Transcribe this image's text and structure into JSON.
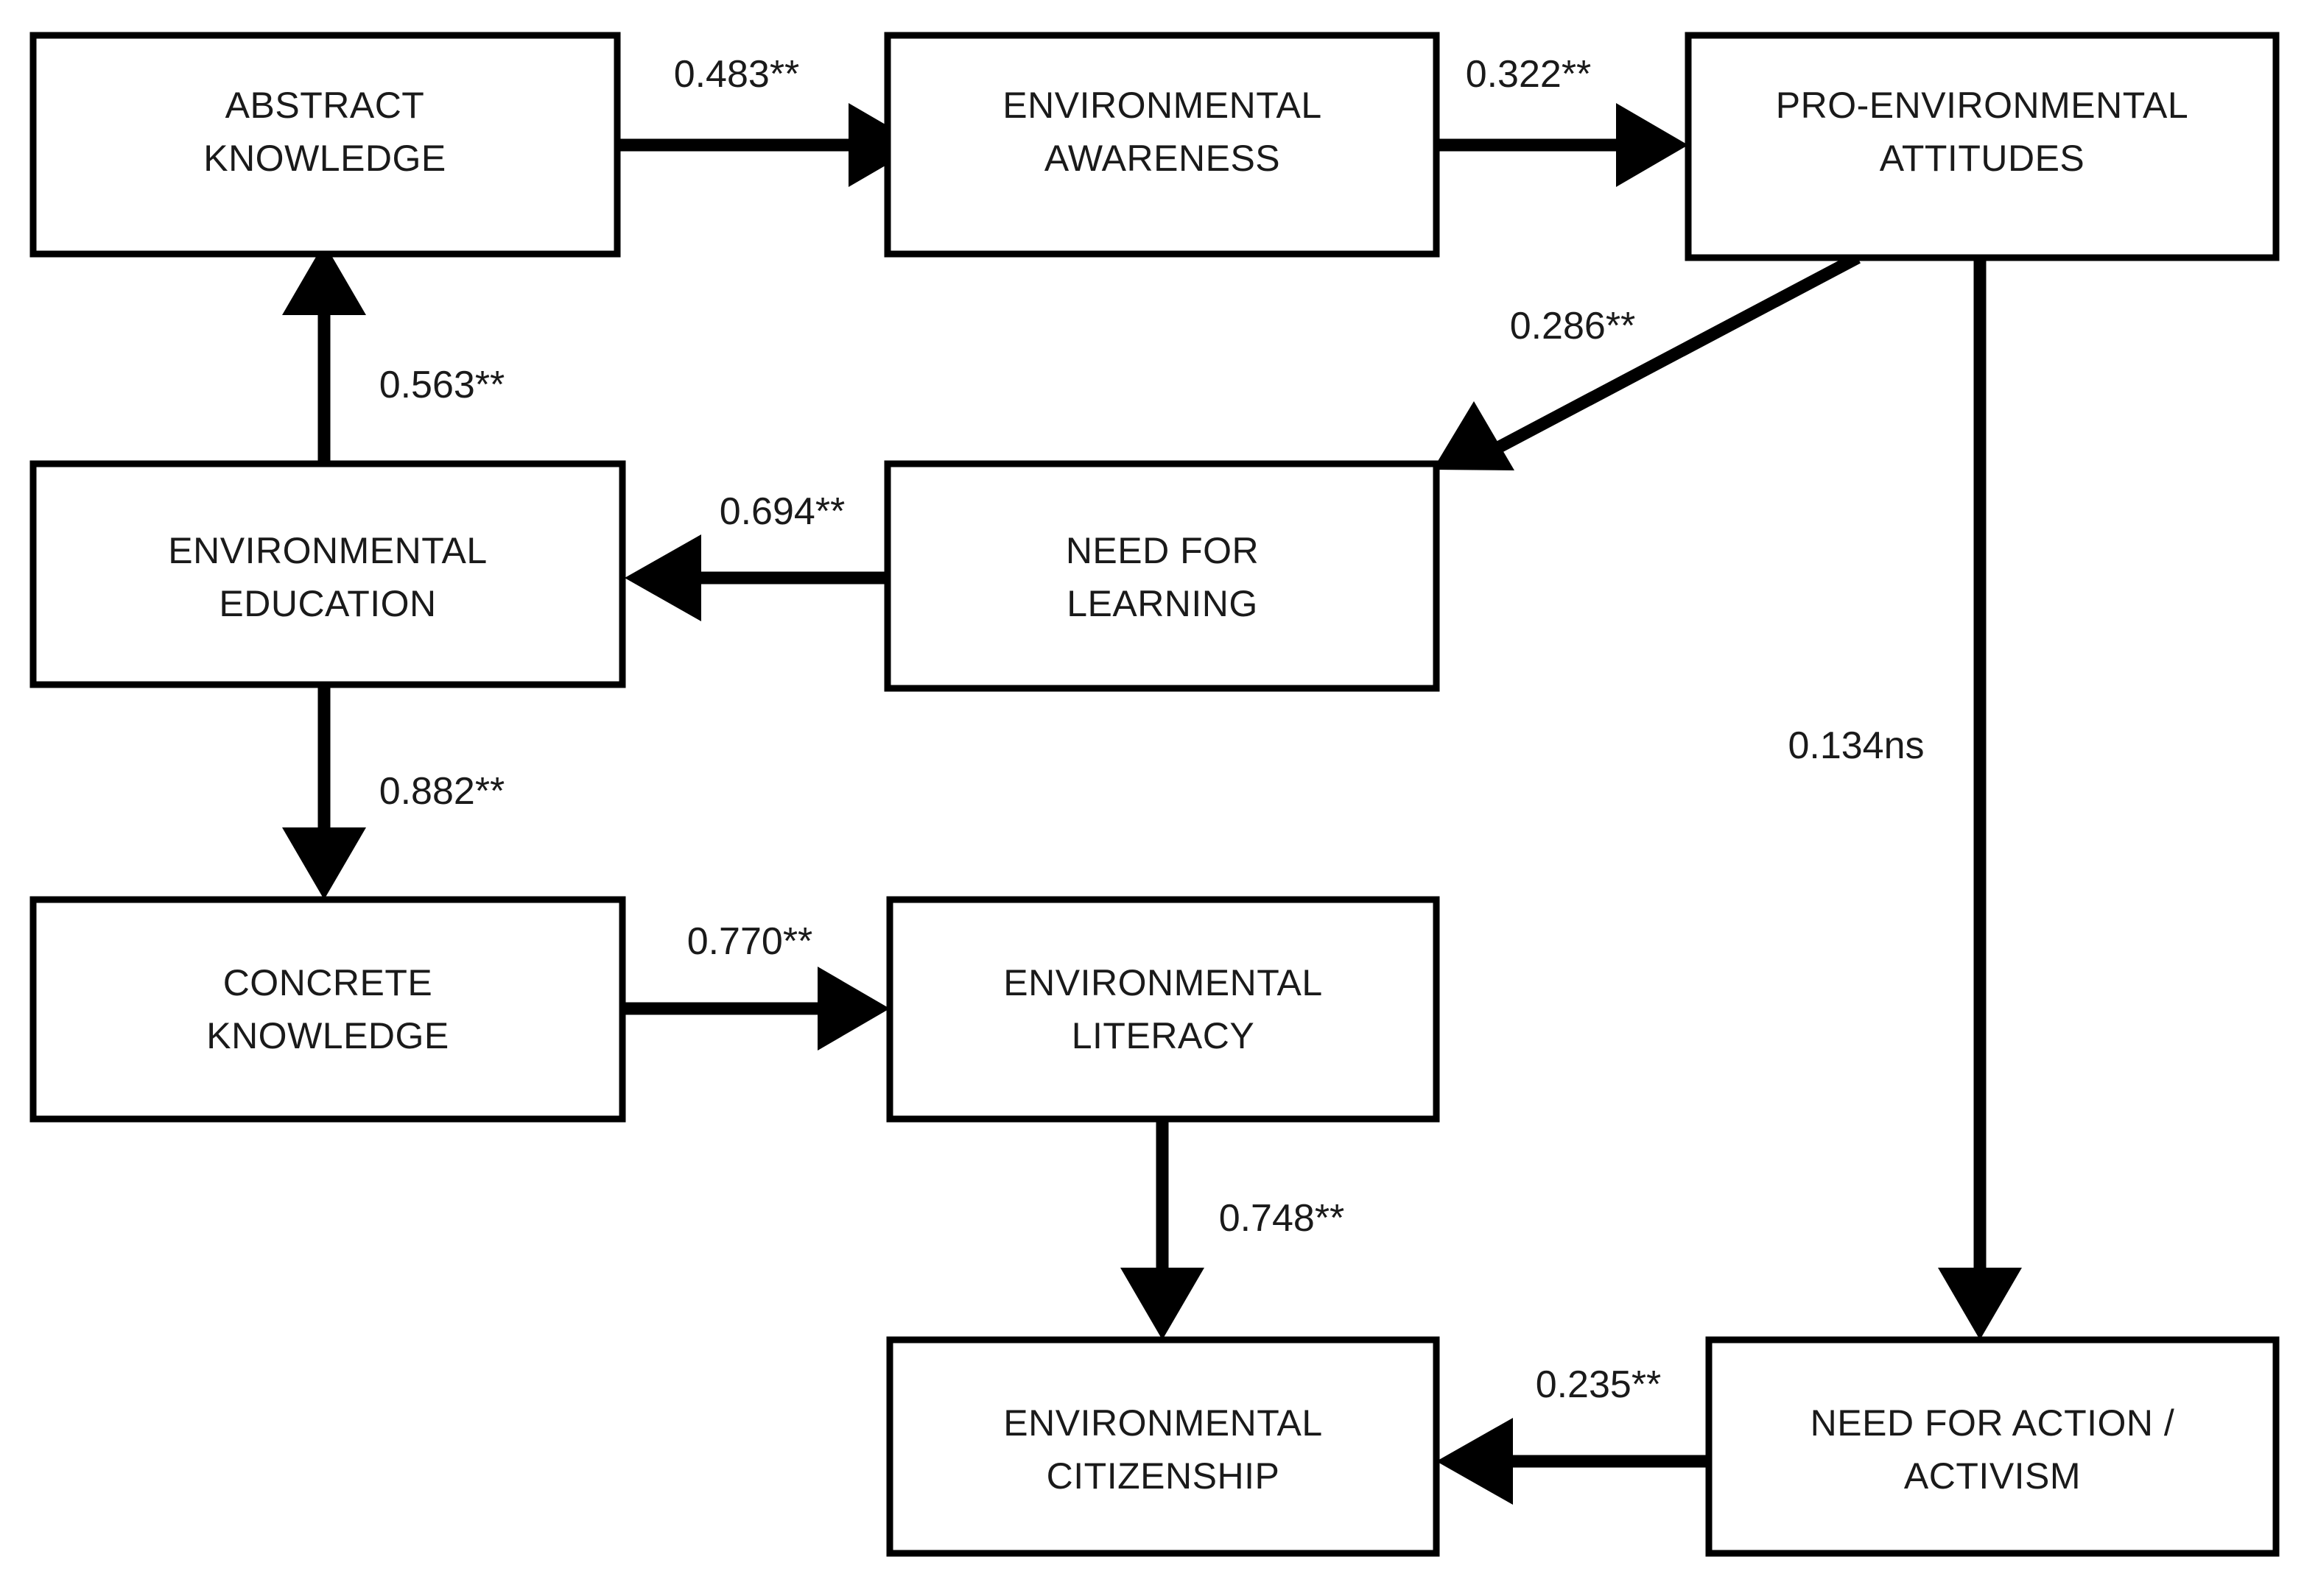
{
  "diagram": {
    "type": "path-model",
    "title": "",
    "background_color": "#ffffff",
    "box_fill": "#ffffff",
    "box_stroke": "#000000",
    "text_color": "#1a1a1a",
    "nodes": [
      {
        "id": "abstract_knowledge",
        "line1": "ABSTRACT",
        "line2": "KNOWLEDGE"
      },
      {
        "id": "environmental_awareness",
        "line1": "ENVIRONMENTAL",
        "line2": "AWARENESS"
      },
      {
        "id": "pro_environmental_attitudes",
        "line1": "PRO-ENVIRONMENTAL",
        "line2": "ATTITUDES"
      },
      {
        "id": "environmental_education",
        "line1": "ENVIRONMENTAL",
        "line2": "EDUCATION"
      },
      {
        "id": "need_for_learning",
        "line1": "NEED FOR",
        "line2": "LEARNING"
      },
      {
        "id": "concrete_knowledge",
        "line1": "CONCRETE",
        "line2": "KNOWLEDGE"
      },
      {
        "id": "environmental_literacy",
        "line1": "ENVIRONMENTAL",
        "line2": "LITERACY"
      },
      {
        "id": "environmental_citizenship",
        "line1": "ENVIRONMENTAL",
        "line2": "CITIZENSHIP"
      },
      {
        "id": "need_for_action",
        "line1": "NEED FOR ACTION /",
        "line2": "ACTIVISM"
      }
    ],
    "edges": [
      {
        "id": "ak_to_ea",
        "from": "abstract_knowledge",
        "to": "environmental_awareness",
        "label": "0.483**"
      },
      {
        "id": "ea_to_pea",
        "from": "environmental_awareness",
        "to": "pro_environmental_attitudes",
        "label": "0.322**"
      },
      {
        "id": "ee_to_ak",
        "from": "environmental_education",
        "to": "abstract_knowledge",
        "label": "0.563**"
      },
      {
        "id": "pea_to_nfl",
        "from": "pro_environmental_attitudes",
        "to": "need_for_learning",
        "label": "0.286**"
      },
      {
        "id": "nfl_to_ee",
        "from": "need_for_learning",
        "to": "environmental_education",
        "label": "0.694**"
      },
      {
        "id": "ee_to_ck",
        "from": "environmental_education",
        "to": "concrete_knowledge",
        "label": "0.882**"
      },
      {
        "id": "pea_to_nfa",
        "from": "pro_environmental_attitudes",
        "to": "need_for_action",
        "label": "0.134ns"
      },
      {
        "id": "ck_to_el",
        "from": "concrete_knowledge",
        "to": "environmental_literacy",
        "label": "0.770**"
      },
      {
        "id": "el_to_ec",
        "from": "environmental_literacy",
        "to": "environmental_citizenship",
        "label": "0.748**"
      },
      {
        "id": "nfa_to_ec",
        "from": "need_for_action",
        "to": "environmental_citizenship",
        "label": "0.235**"
      }
    ]
  },
  "chart_data": {
    "type": "diagram",
    "title": "",
    "nodes": [
      "ABSTRACT KNOWLEDGE",
      "ENVIRONMENTAL AWARENESS",
      "PRO-ENVIRONMENTAL ATTITUDES",
      "ENVIRONMENTAL EDUCATION",
      "NEED FOR LEARNING",
      "CONCRETE KNOWLEDGE",
      "ENVIRONMENTAL LITERACY",
      "ENVIRONMENTAL CITIZENSHIP",
      "NEED FOR ACTION / ACTIVISM"
    ],
    "edges": [
      {
        "source": "ABSTRACT KNOWLEDGE",
        "target": "ENVIRONMENTAL AWARENESS",
        "value": 0.483,
        "significance": "**"
      },
      {
        "source": "ENVIRONMENTAL AWARENESS",
        "target": "PRO-ENVIRONMENTAL ATTITUDES",
        "value": 0.322,
        "significance": "**"
      },
      {
        "source": "ENVIRONMENTAL EDUCATION",
        "target": "ABSTRACT KNOWLEDGE",
        "value": 0.563,
        "significance": "**"
      },
      {
        "source": "PRO-ENVIRONMENTAL ATTITUDES",
        "target": "NEED FOR LEARNING",
        "value": 0.286,
        "significance": "**"
      },
      {
        "source": "NEED FOR LEARNING",
        "target": "ENVIRONMENTAL EDUCATION",
        "value": 0.694,
        "significance": "**"
      },
      {
        "source": "ENVIRONMENTAL EDUCATION",
        "target": "CONCRETE KNOWLEDGE",
        "value": 0.882,
        "significance": "**"
      },
      {
        "source": "PRO-ENVIRONMENTAL ATTITUDES",
        "target": "NEED FOR ACTION / ACTIVISM",
        "value": 0.134,
        "significance": "ns"
      },
      {
        "source": "CONCRETE KNOWLEDGE",
        "target": "ENVIRONMENTAL LITERACY",
        "value": 0.77,
        "significance": "**"
      },
      {
        "source": "ENVIRONMENTAL LITERACY",
        "target": "ENVIRONMENTAL CITIZENSHIP",
        "value": 0.748,
        "significance": "**"
      },
      {
        "source": "NEED FOR ACTION / ACTIVISM",
        "target": "ENVIRONMENTAL CITIZENSHIP",
        "value": 0.235,
        "significance": "**"
      }
    ]
  }
}
